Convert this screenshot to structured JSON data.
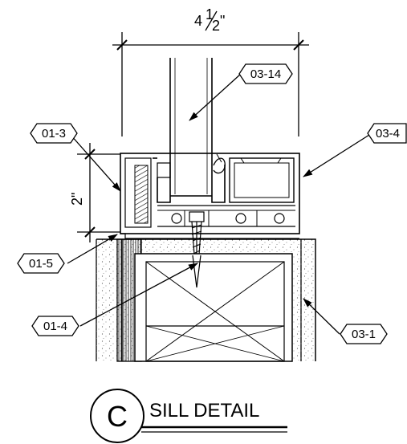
{
  "dimensions": {
    "width_whole": "4",
    "width_num": "1",
    "width_den": "2",
    "width_unit": "\"",
    "height": "2\""
  },
  "callouts": {
    "c0314": "03-14",
    "c0103": "01-3",
    "c034": "03-4",
    "c0105": "01-5",
    "c0104": "01-4",
    "c031": "03-1"
  },
  "title": {
    "letter": "C",
    "text": "SILL DETAIL"
  }
}
